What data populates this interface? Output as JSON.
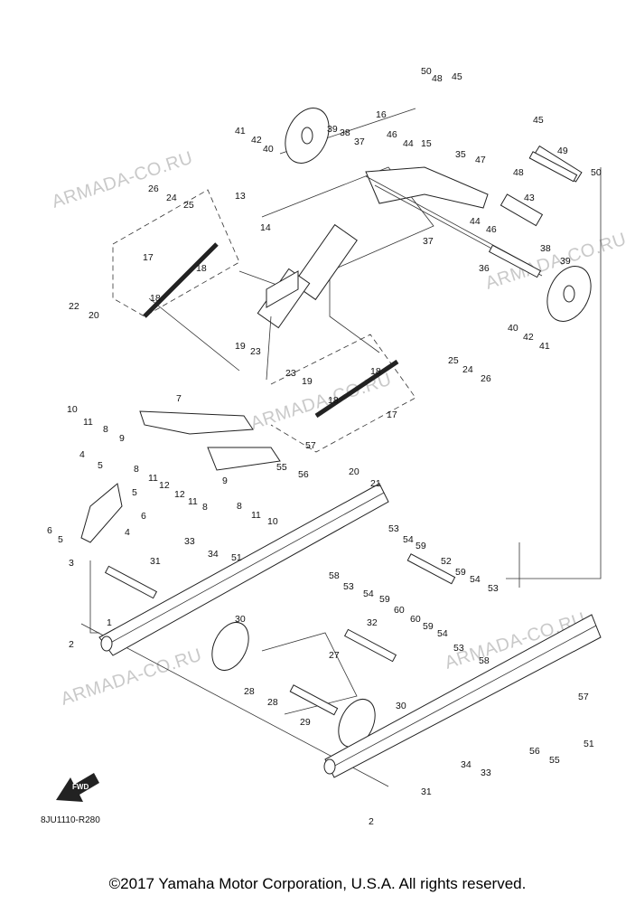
{
  "watermarks": [
    "ARMADA-CO.RU",
    "ARMADA-CO.RU",
    "ARMADA-CO.RU",
    "ARMADA-CO.RU",
    "ARMADA-CO.RU"
  ],
  "diagram_code": "8JU1110-R280",
  "fwd_label": "FWD",
  "copyright": "©2017 Yamaha Motor Corporation, U.S.A. All rights reserved.",
  "callouts": [
    "50",
    "48",
    "45",
    "41",
    "42",
    "40",
    "39",
    "38",
    "37",
    "16",
    "46",
    "44",
    "15",
    "45",
    "49",
    "48",
    "47",
    "35",
    "26",
    "24",
    "25",
    "13",
    "14",
    "43",
    "46",
    "44",
    "37",
    "36",
    "50",
    "17",
    "18",
    "38",
    "39",
    "22",
    "20",
    "18",
    "40",
    "42",
    "41",
    "19",
    "23",
    "18",
    "25",
    "24",
    "26",
    "7",
    "10",
    "11",
    "8",
    "9",
    "23",
    "19",
    "18",
    "17",
    "4",
    "5",
    "5",
    "6",
    "6",
    "5",
    "4",
    "3",
    "8",
    "11",
    "12",
    "12",
    "11",
    "8",
    "9",
    "8",
    "11",
    "10",
    "55",
    "57",
    "56",
    "20",
    "21",
    "31",
    "33",
    "34",
    "51",
    "1",
    "2",
    "30",
    "53",
    "54",
    "59",
    "58",
    "53",
    "54",
    "59",
    "60",
    "52",
    "59",
    "54",
    "53",
    "60",
    "59",
    "54",
    "53",
    "58",
    "32",
    "27",
    "28",
    "28",
    "29",
    "30",
    "34",
    "33",
    "31",
    "2",
    "57",
    "51",
    "56",
    "55"
  ]
}
